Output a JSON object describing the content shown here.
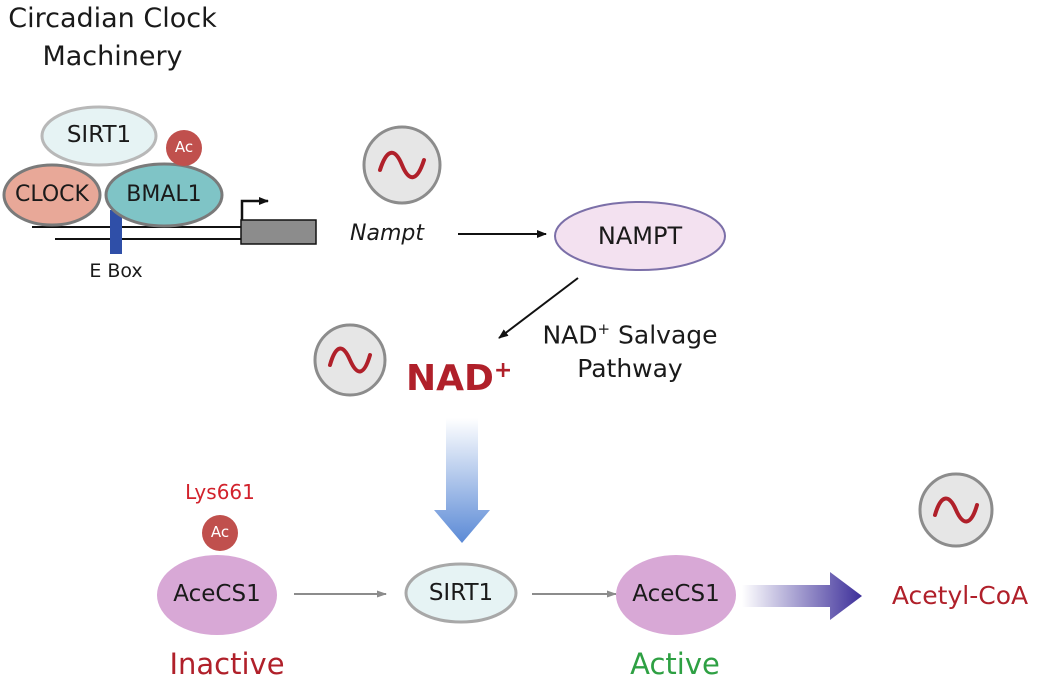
{
  "title": {
    "line1": "Circadian Clock",
    "line2": "Machinery"
  },
  "clock_complex": {
    "sirt1": "SIRT1",
    "clock": "CLOCK",
    "bmal1": "BMAL1",
    "acetyl_mark": "Ac",
    "ebox": "E Box"
  },
  "nampt_gene": "Nampt",
  "nampt_protein": "NAMPT",
  "salvage": {
    "line1": "NAD",
    "sup": "+",
    "line1_rest": " Salvage",
    "line2": "Pathway"
  },
  "nad": {
    "text": "NAD",
    "sup": "+"
  },
  "lys_label": "Lys661",
  "acecs1_inactive": {
    "mark": "Ac",
    "label": "AceCS1",
    "state": "Inactive"
  },
  "sirt1_center": "SIRT1",
  "acecs1_active": {
    "label": "AceCS1",
    "state": "Active"
  },
  "product": "Acetyl-CoA",
  "colors": {
    "dark_red": "#b0202a",
    "bright_red": "#d2222c",
    "green": "#2ea043",
    "ac_red": "#c0504d",
    "sirt_fill": "#e6f3f4",
    "clock_fill": "#e8a898",
    "bmal_fill": "#7fc4c6",
    "nampt_fill": "#f3e1f0",
    "acecs_fill": "#d8a8d6",
    "blue_arrow": "#5b8ad6",
    "purple_arrow": "#3d2f9a",
    "ebox_blue": "#2f4fa8"
  },
  "icons": [
    "oscillation-icon",
    "oscillation-icon",
    "oscillation-icon",
    "oscillation-icon"
  ]
}
